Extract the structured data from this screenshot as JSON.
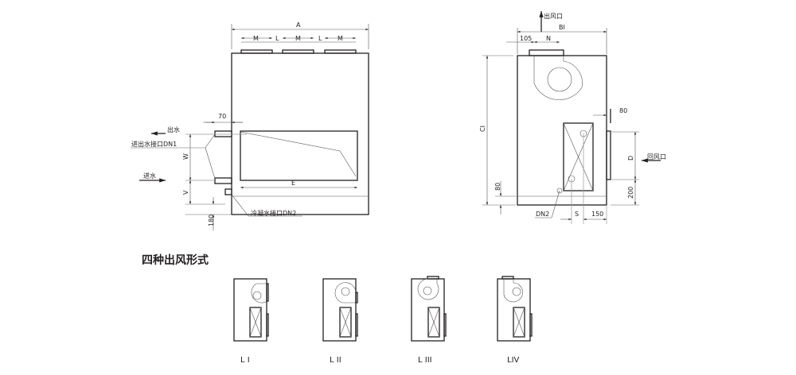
{
  "side_view": {
    "dim_A": "A",
    "dim_M": "M",
    "dim_L": "L",
    "dim_70": "70",
    "dim_W": "W",
    "dim_V": "V",
    "dim_180": "180",
    "dim_E": "E",
    "water_out": "出水",
    "water_port": "进出水接口DN1",
    "water_in": "进水",
    "condensate_port": "冷凝水接口DN2"
  },
  "front_view": {
    "air_outlet": "出风口",
    "dim_BI": "BI",
    "dim_105": "105",
    "dim_N": "N",
    "dim_CI": "CI",
    "dim_80_left": "80",
    "dim_80_right": "80",
    "dim_D": "D",
    "dim_200": "200",
    "return_air": "回风口",
    "dn2": "DN2",
    "dim_S": "S",
    "dim_150": "150"
  },
  "outlet_types": {
    "title": "四种出风形式",
    "items": [
      {
        "label": "L I"
      },
      {
        "label": "L II"
      },
      {
        "label": "L III"
      },
      {
        "label": "LIV"
      }
    ]
  }
}
